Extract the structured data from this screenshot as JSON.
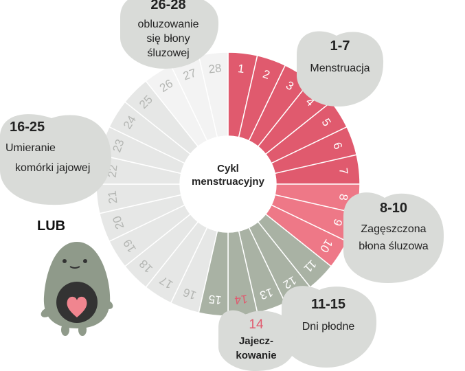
{
  "center_label": [
    "Cykl",
    "menstruacyjny"
  ],
  "days": [
    {
      "n": "1",
      "color": "#e05a6e"
    },
    {
      "n": "2",
      "color": "#e05a6e"
    },
    {
      "n": "3",
      "color": "#e05a6e"
    },
    {
      "n": "4",
      "color": "#e05a6e"
    },
    {
      "n": "5",
      "color": "#e05a6e"
    },
    {
      "n": "6",
      "color": "#e05a6e"
    },
    {
      "n": "7",
      "color": "#e05a6e"
    },
    {
      "n": "8",
      "color": "#ee7887"
    },
    {
      "n": "9",
      "color": "#ee7887"
    },
    {
      "n": "10",
      "color": "#ee7887"
    },
    {
      "n": "11",
      "color": "#a9b2a4"
    },
    {
      "n": "12",
      "color": "#a9b2a4"
    },
    {
      "n": "13",
      "color": "#a9b2a4"
    },
    {
      "n": "14",
      "color": "#a9b2a4",
      "text_color": "#e05a6e"
    },
    {
      "n": "15",
      "color": "#a9b2a4"
    },
    {
      "n": "16",
      "color": "#e6e7e6"
    },
    {
      "n": "17",
      "color": "#e6e7e6"
    },
    {
      "n": "18",
      "color": "#e6e7e6"
    },
    {
      "n": "19",
      "color": "#e6e7e6"
    },
    {
      "n": "20",
      "color": "#e6e7e6"
    },
    {
      "n": "21",
      "color": "#e6e7e6"
    },
    {
      "n": "22",
      "color": "#e6e7e6"
    },
    {
      "n": "23",
      "color": "#e6e7e6"
    },
    {
      "n": "24",
      "color": "#e6e7e6"
    },
    {
      "n": "25",
      "color": "#e6e7e6"
    },
    {
      "n": "26",
      "color": "#f3f3f3"
    },
    {
      "n": "27",
      "color": "#f3f3f3"
    },
    {
      "n": "28",
      "color": "#f3f3f3"
    }
  ],
  "phases": {
    "menstruation": {
      "range": "1-7",
      "text": "Menstruacja"
    },
    "thickened": {
      "range": "8-10",
      "line1": "Zagęszczona",
      "line2": "błona śluzowa"
    },
    "fertile": {
      "range": "11-15",
      "text": "Dni płodne"
    },
    "ovulation": {
      "day": "14",
      "line1": "Jajecz-",
      "line2": "kowanie"
    },
    "dying": {
      "range": "16-25",
      "line1": "Umieranie",
      "line2": "komórki jajowej"
    },
    "shedding": {
      "range": "26-28",
      "line1": "obluzowanie",
      "line2": "się błony",
      "line3": "śluzowej"
    }
  },
  "or_label": "LUB",
  "colors": {
    "bubble": "#d9dbd8",
    "accent": "#e05a6e",
    "egg": "#8f9a8a"
  }
}
